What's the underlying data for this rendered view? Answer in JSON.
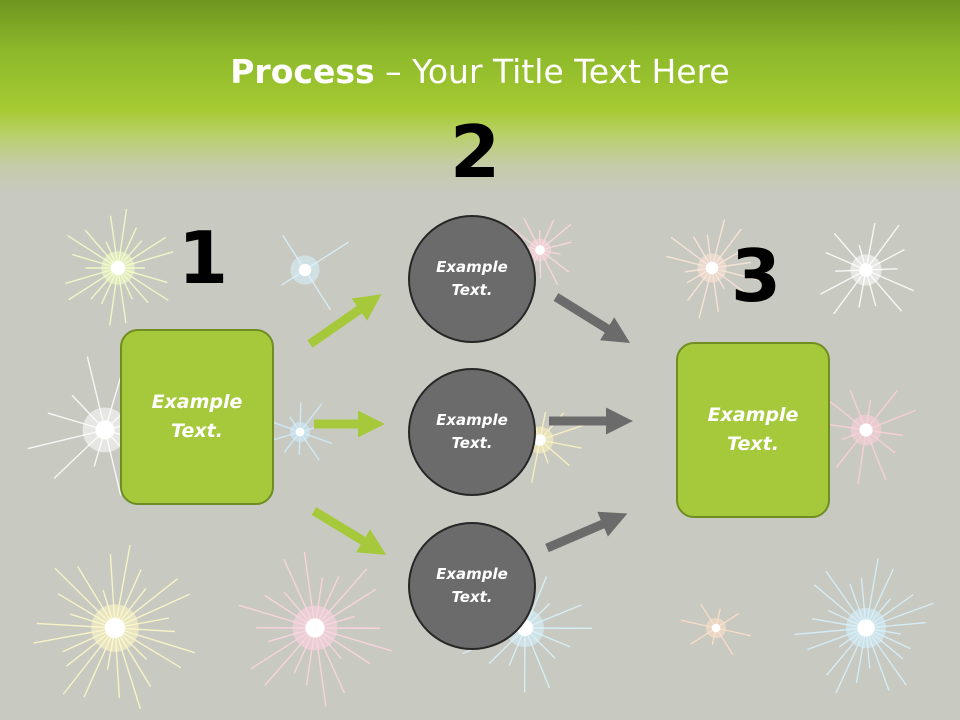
{
  "title": {
    "bold": "Process",
    "rest": " – Your Title Text Here"
  },
  "numbers": {
    "one": "1",
    "two": "2",
    "three": "3"
  },
  "left_box": {
    "text": "Example Text."
  },
  "right_box": {
    "text": "Example Text."
  },
  "circles": [
    {
      "text": "Example Text."
    },
    {
      "text": "Example Text."
    },
    {
      "text": "Example Text."
    }
  ],
  "colors": {
    "green": "#a6c93b",
    "gray": "#6b6b6b",
    "background": "#c8c9c1"
  }
}
